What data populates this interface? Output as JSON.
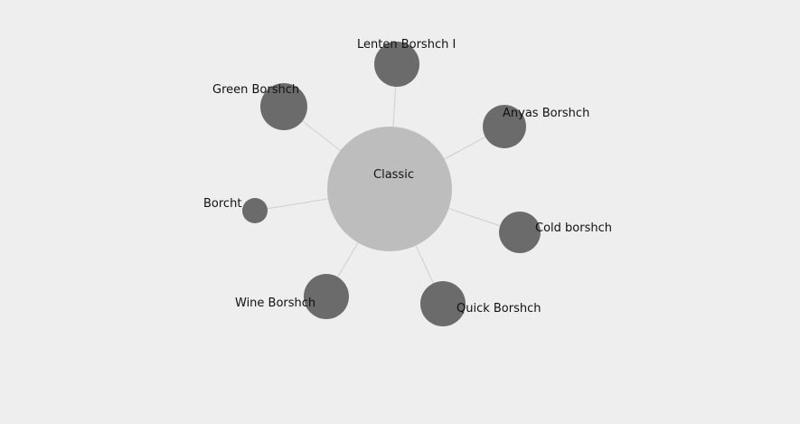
{
  "colors": {
    "background": "#eeeeee",
    "center_node": "#bdbdbd",
    "leaf_node": "#6b6b6b",
    "link": "#cfcfcf",
    "label": "#111111"
  },
  "graph": {
    "center": {
      "label": "Classic"
    },
    "nodes": [
      {
        "id": "lenten",
        "label": "Lenten Borshch I"
      },
      {
        "id": "anyas",
        "label": "Anyas Borshch"
      },
      {
        "id": "cold",
        "label": "Cold borshch"
      },
      {
        "id": "quick",
        "label": "Quick Borshch"
      },
      {
        "id": "wine",
        "label": "Wine Borshch"
      },
      {
        "id": "borcht",
        "label": "Borcht"
      },
      {
        "id": "green",
        "label": "Green Borshch"
      }
    ]
  }
}
